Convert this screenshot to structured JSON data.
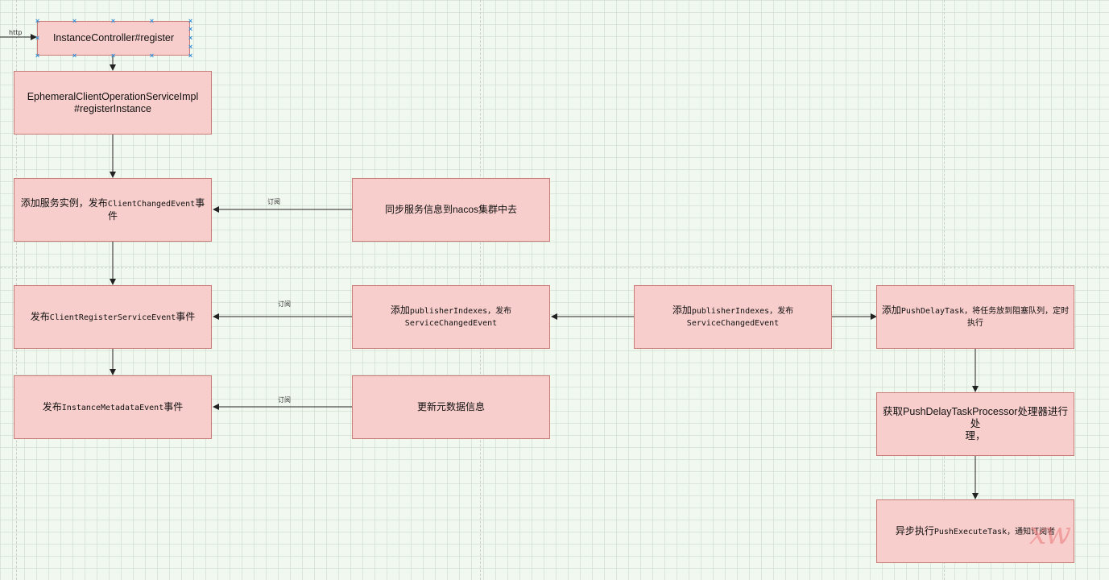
{
  "nodes": {
    "register": "InstanceController#register",
    "ephemeral_line1": "EphemeralClientOperationServiceImpl",
    "ephemeral_line2": "#registerInstance",
    "add_instance_prefix": "添加服务实例，发布",
    "add_instance_event": "ClientChangedEvent",
    "add_instance_suffix": "事件",
    "sync": "同步服务信息到nacos集群中去",
    "publish_register_prefix": "发布",
    "publish_register_event": "ClientRegisterServiceEvent",
    "publish_register_suffix": "事件",
    "add_indexes_1_prefix": "添加",
    "add_indexes_1_mono": "publisherIndexes，发布",
    "add_indexes_1_line2": "ServiceChangedEvent",
    "add_indexes_2_prefix": "添加",
    "add_indexes_2_mono": "publisherIndexes，发布",
    "add_indexes_2_line2": "ServiceChangedEvent",
    "push_delay_prefix": "添加",
    "push_delay_mono": "PushDelayTask，将任务放到阻塞队列，定时",
    "push_delay_line2": "执行",
    "publish_metadata_prefix": "发布",
    "publish_metadata_event": "InstanceMetadataEvent",
    "publish_metadata_suffix": "事件",
    "update_metadata": "更新元数据信息",
    "processor_line1": "获取PushDelayTaskProcessor处理器进行处",
    "processor_line2": "理，",
    "async_prefix": "异步执行",
    "async_mono": "PushExecuteTask，通知订阅者"
  },
  "edge_labels": {
    "http": "http",
    "subscribe_1": "订阅",
    "subscribe_2": "订阅",
    "subscribe_3": "订阅"
  },
  "watermark": "xw",
  "colors": {
    "node_fill": "#f8cecc",
    "node_stroke": "#c97b78",
    "edge": "#222222",
    "selection": "#2f8fd6"
  }
}
